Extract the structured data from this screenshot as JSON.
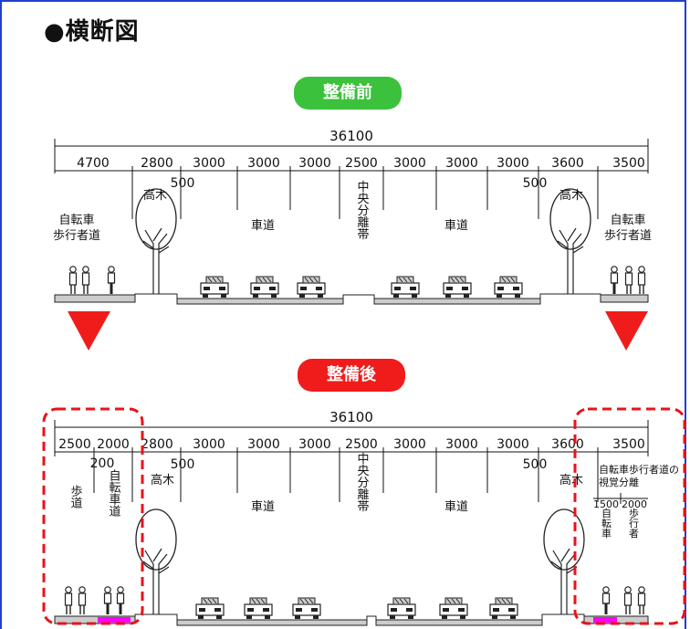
{
  "title": "●横断図",
  "before": {
    "badge": "整備前",
    "total": "36100",
    "dims": [
      "4700",
      "2800",
      "3000",
      "3000",
      "3000",
      "2500",
      "3000",
      "3000",
      "3000",
      "3600",
      "3500"
    ],
    "small_left": "500",
    "small_right": "500",
    "labels": {
      "tree_left": "高木",
      "tree_right": "高木",
      "walk_left": [
        "自転車",
        "歩行者道"
      ],
      "walk_right": [
        "自転車",
        "歩行者道"
      ],
      "road_left": "車道",
      "road_right": "車道",
      "median": "中央分離帯"
    }
  },
  "after": {
    "badge": "整備後",
    "total": "36100",
    "dims": [
      "2500",
      "2000",
      "2800",
      "3000",
      "3000",
      "3000",
      "2500",
      "3000",
      "3000",
      "3000",
      "3600",
      "3500"
    ],
    "small_200": "200",
    "small_left": "500",
    "small_right": "500",
    "labels": {
      "tree_left": "高木",
      "tree_right": "高木",
      "sidewalk": "歩道",
      "bike": "自転車道",
      "road_left": "車道",
      "road_right": "車道",
      "median": "中央分離帯",
      "visual_sep": [
        "自転車歩行者道の",
        "視覚分離"
      ],
      "sep_dims": [
        "1500",
        "2000"
      ],
      "bike_right": "自転車",
      "ped_right": "歩行者"
    }
  },
  "colors": {
    "frame": "#1f3fd0",
    "before_badge": "#3cc13c",
    "after_badge": "#f01c1c",
    "highlight": "#ff00ff",
    "arrow": "#f01c1c",
    "dashed": "#e8131a"
  }
}
